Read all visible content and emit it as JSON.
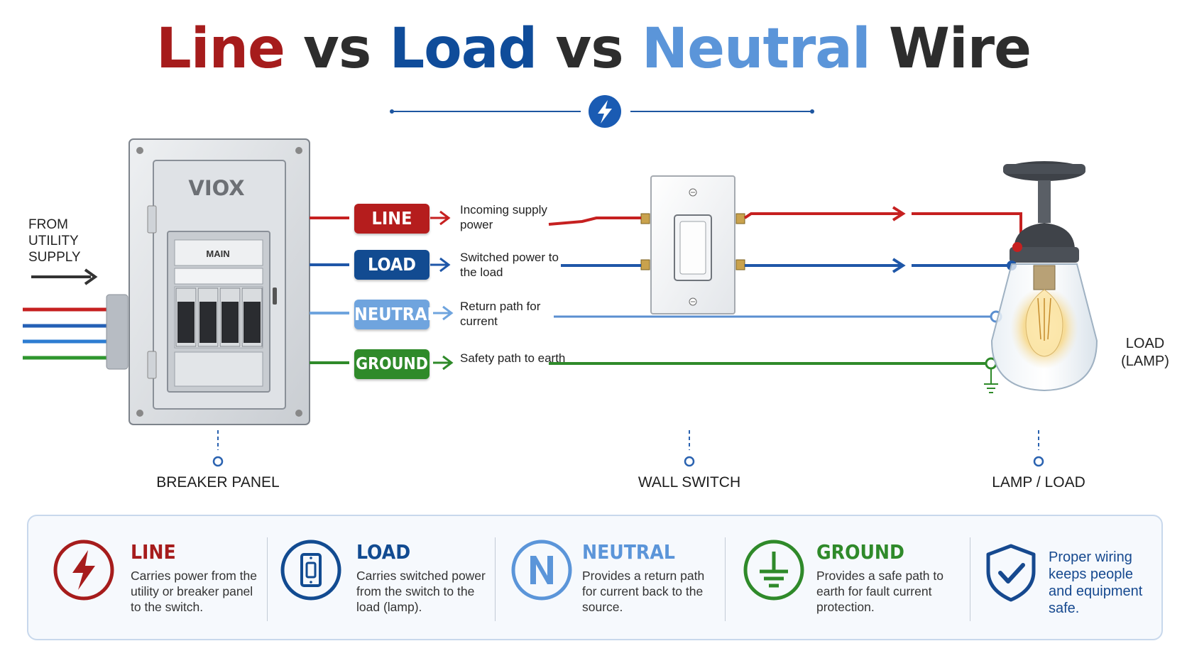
{
  "title": {
    "part1": "Line",
    "vs1": " vs ",
    "part2": "Load",
    "vs2": " vs ",
    "part3": "Neutral",
    "part4": " Wire"
  },
  "colors": {
    "line": "#b51d1d",
    "load": "#124b91",
    "neutral": "#6fa4de",
    "ground": "#2f8a2a"
  },
  "source": {
    "label": "FROM\nUTILITY\nSUPPLY"
  },
  "panel": {
    "brand": "VIOX",
    "main_label": "MAIN"
  },
  "wires": [
    {
      "tag": "LINE",
      "description": "Incoming supply power"
    },
    {
      "tag": "LOAD",
      "description": "Switched power to the load"
    },
    {
      "tag": "NEUTRAL",
      "description": "Return path for current"
    },
    {
      "tag": "GROUND",
      "description": "Safety path to earth"
    }
  ],
  "components": {
    "panel": "BREAKER PANEL",
    "switch": "WALL SWITCH",
    "lamp": "LAMP / LOAD",
    "lamp_side": "LOAD\n(LAMP)"
  },
  "legend": [
    {
      "title": "LINE",
      "text": "Carries power from the utility or breaker panel to the switch.",
      "icon": "lightning-icon"
    },
    {
      "title": "LOAD",
      "text": "Carries switched power from the switch to the load (lamp).",
      "icon": "switch-icon"
    },
    {
      "title": "NEUTRAL",
      "text": "Provides a return path for current back to the source.",
      "icon": "neutral-n-icon"
    },
    {
      "title": "GROUND",
      "text": "Provides a safe path to earth for fault current protection.",
      "icon": "ground-icon"
    }
  ],
  "safety_note": {
    "text": "Proper wiring keeps people and equipment safe.",
    "icon": "shield-check-icon"
  }
}
